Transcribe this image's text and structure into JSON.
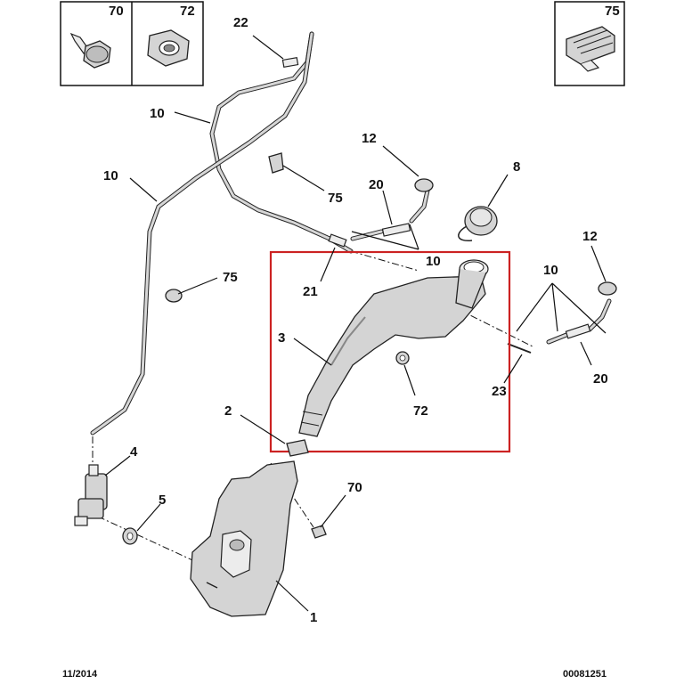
{
  "legend_boxes": [
    {
      "number": "70",
      "icon": "bolt-icon"
    },
    {
      "number": "72",
      "icon": "nut-icon"
    },
    {
      "number": "75",
      "icon": "clip-icon"
    }
  ],
  "callouts": {
    "c1": "1",
    "c2": "2",
    "c3": "3",
    "c4": "4",
    "c5": "5",
    "c8": "8",
    "c10a": "10",
    "c10b": "10",
    "c10c": "10",
    "c10d": "10",
    "c12a": "12",
    "c12b": "12",
    "c20a": "20",
    "c20b": "20",
    "c21": "21",
    "c22": "22",
    "c23": "23",
    "c70": "70",
    "c72": "72",
    "c75a": "75",
    "c75b": "75"
  },
  "footer": {
    "date": "11/2014",
    "reference": "00081251"
  },
  "highlight_color": "#cc2222"
}
